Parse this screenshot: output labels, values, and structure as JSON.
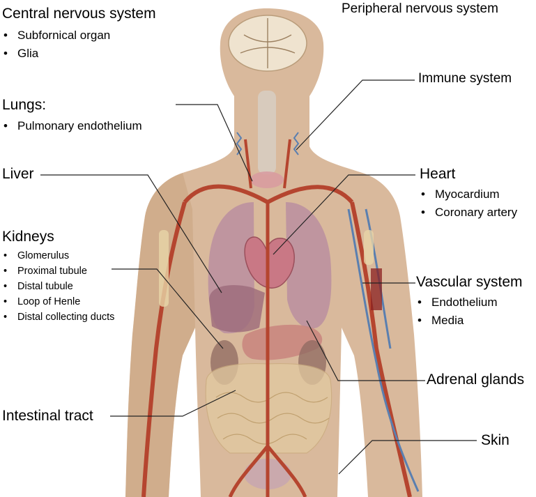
{
  "labels": {
    "cns": {
      "title": "Central nervous system",
      "items": [
        "Subfornical organ",
        "Glia"
      ]
    },
    "pns": {
      "title": "Peripheral nervous system"
    },
    "immune": {
      "title": "Immune system"
    },
    "lungs": {
      "title": "Lungs:",
      "items": [
        "Pulmonary endothelium"
      ]
    },
    "liver": {
      "title": "Liver"
    },
    "heart": {
      "title": "Heart",
      "items": [
        "Myocardium",
        "Coronary artery"
      ]
    },
    "kidneys": {
      "title": "Kidneys",
      "items": [
        "Glomerulus",
        "Proximal tubule",
        "Distal tubule",
        "Loop of Henle",
        "Distal collecting ducts"
      ]
    },
    "vascular": {
      "title": "Vascular system",
      "items": [
        "Endothelium",
        "Media"
      ]
    },
    "adrenal": {
      "title": "Adrenal glands"
    },
    "intestinal": {
      "title": "Intestinal tract"
    },
    "skin": {
      "title": "Skin"
    }
  },
  "colors": {
    "skin": "#d9b99c",
    "skin_dark": "#c9a47f",
    "artery": "#b5452f",
    "vein": "#5a7fb0",
    "organ": "#b58aa0",
    "gland": "#c9877f",
    "bone": "#e7d4a8",
    "leader": "#222222"
  }
}
